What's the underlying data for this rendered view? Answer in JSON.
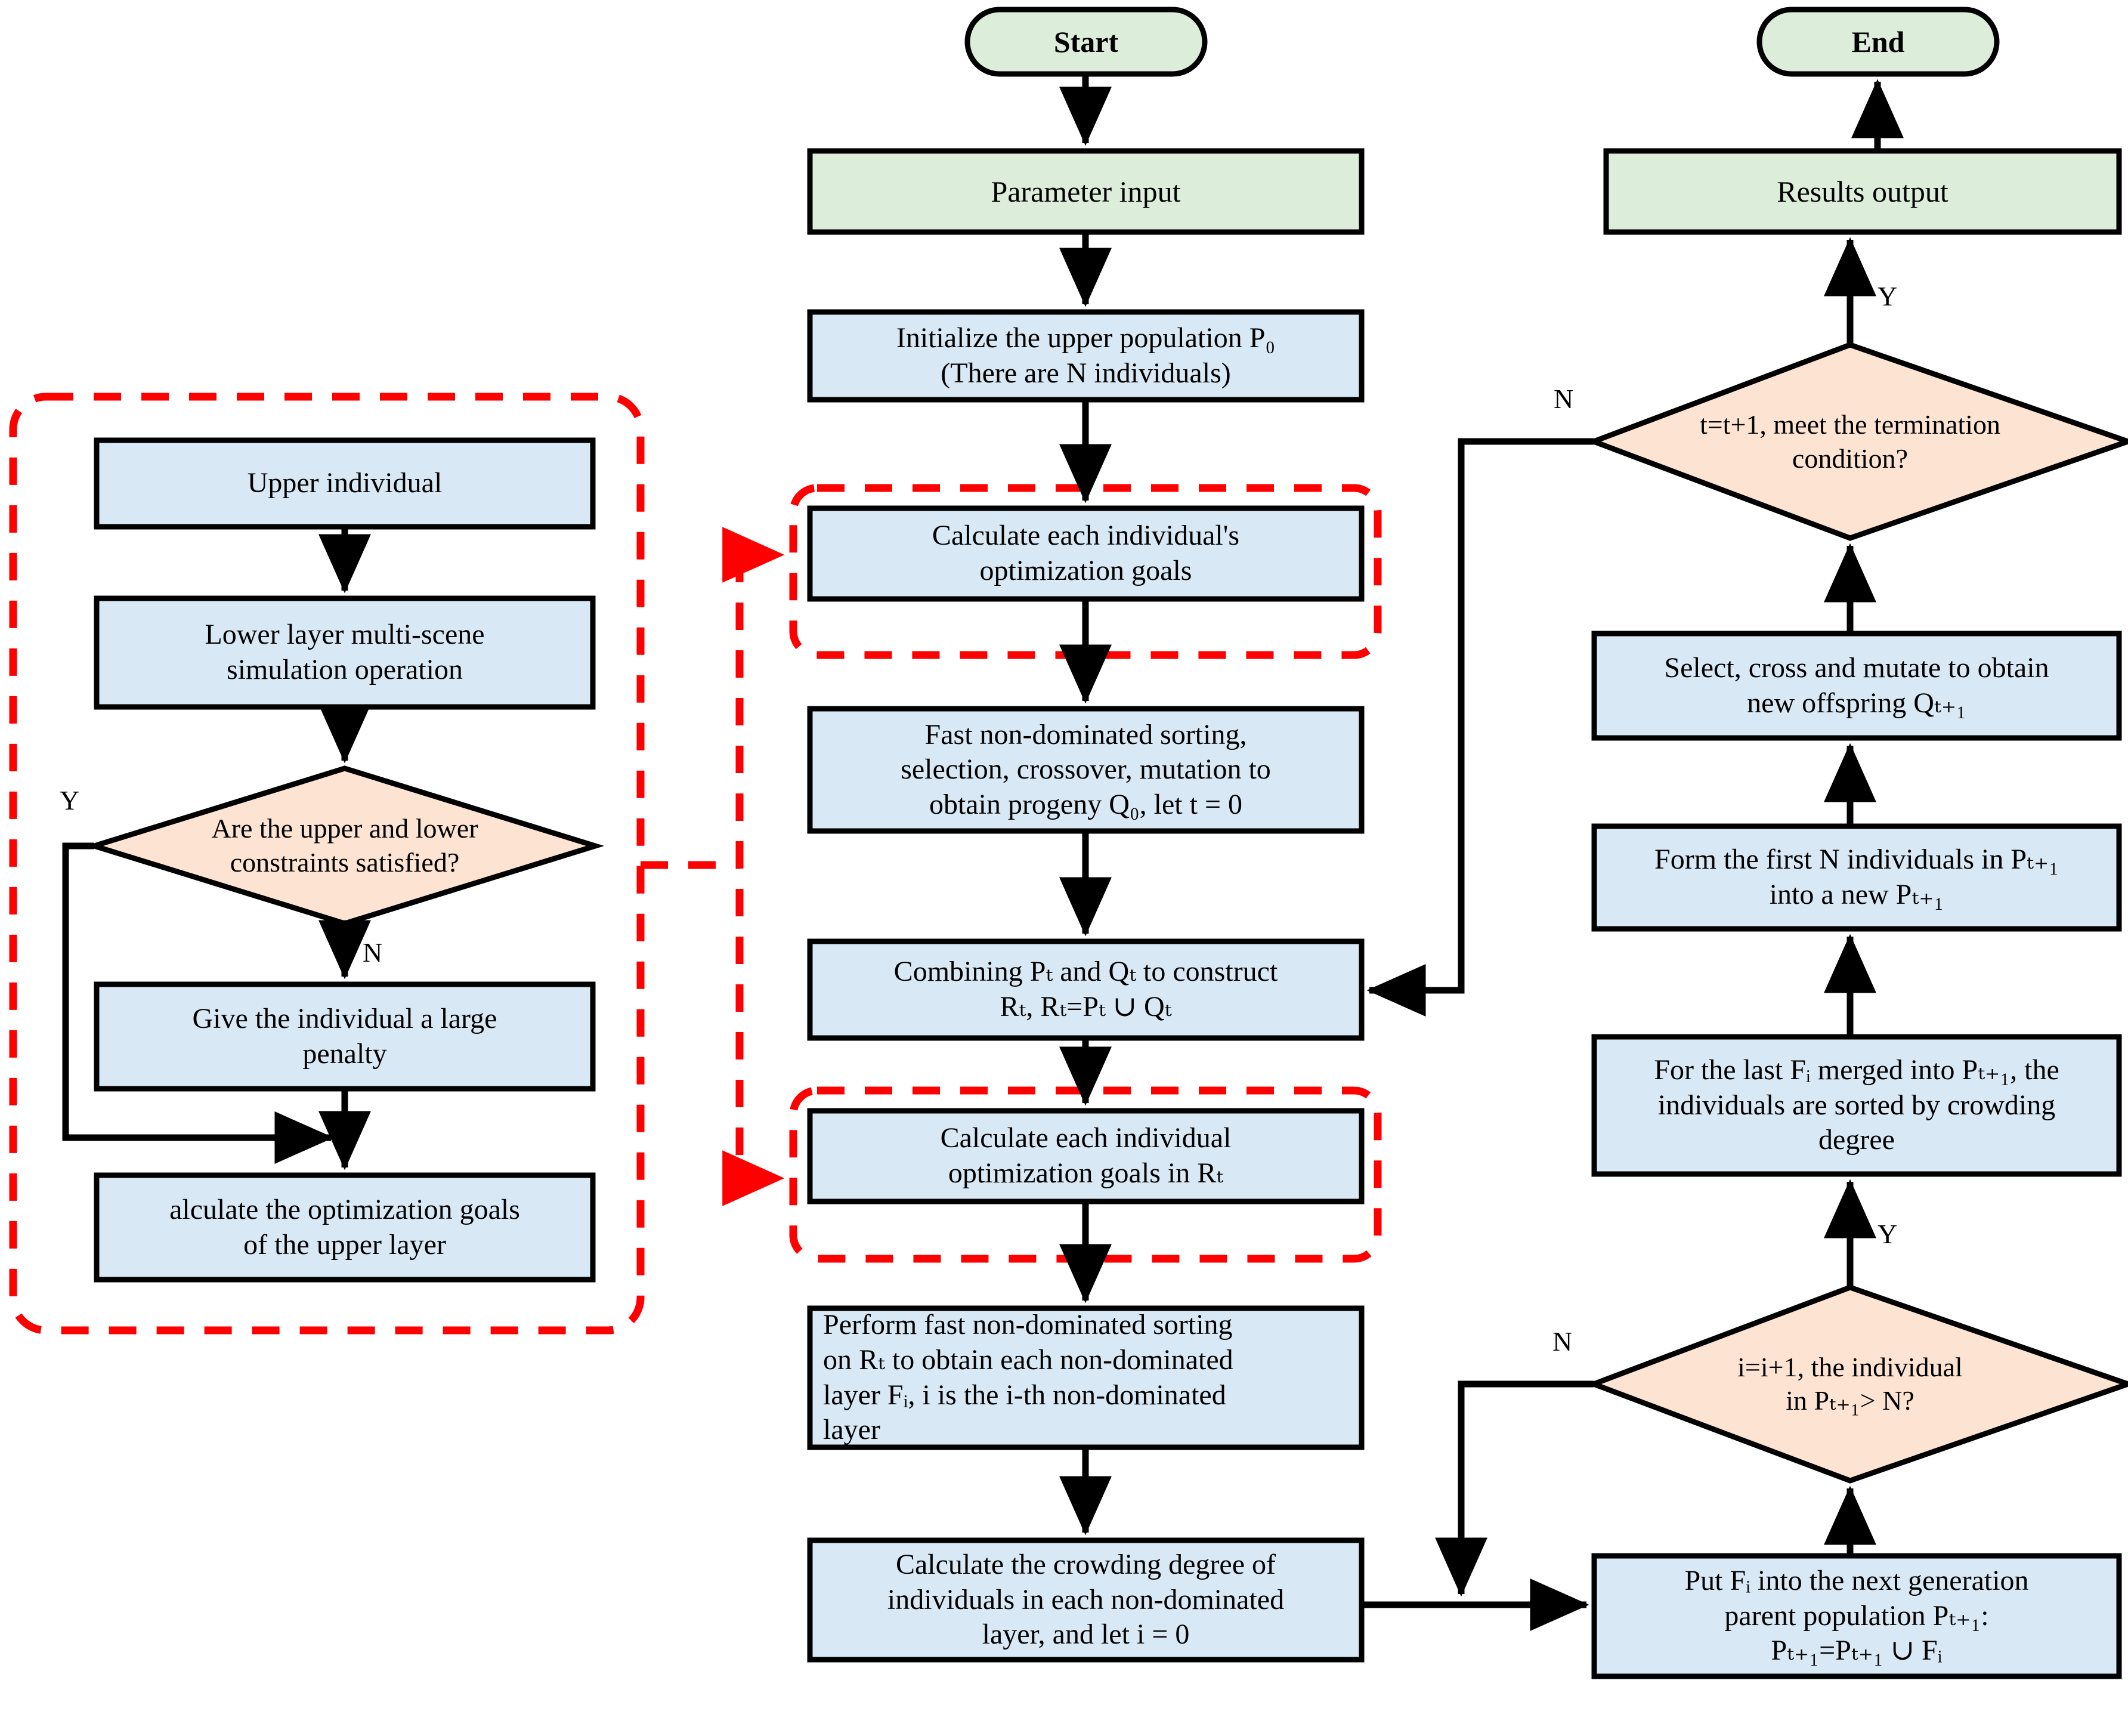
{
  "diagram": {
    "title": "Bi-level NSGA-II optimization flowchart",
    "colors": {
      "terminal_fill": "#dcedda",
      "process_fill": "#d9e8f5",
      "decision_fill": "#fde3d1",
      "stroke": "#000000",
      "dashed_group": "#ff0000"
    }
  },
  "nodes": {
    "start": {
      "label": "Start",
      "shape": "terminator"
    },
    "parameter_input": {
      "label": "Parameter input",
      "shape": "process"
    },
    "initialize_population": {
      "label": "Initialize the upper population P₀\n(There are N individuals)",
      "shape": "process"
    },
    "calc_goals_1": {
      "label": "Calculate each individual's\noptimization goals",
      "shape": "process"
    },
    "fast_sort_1": {
      "label": "Fast non-dominated sorting,\nselection, crossover, mutation to\nobtain progeny Q₀, let t = 0",
      "shape": "process"
    },
    "combine_pq": {
      "label": "Combining Pₜ and Qₜ to construct\nRₜ,  Rₜ=Pₜ ∪ Qₜ",
      "shape": "process"
    },
    "calc_goals_2": {
      "label": "Calculate each individual\noptimization goals in Rₜ",
      "shape": "process"
    },
    "perform_sort_rt": {
      "label": "Perform fast non-dominated sorting\non Rₜ to obtain each non-dominated\nlayer Fᵢ, i is the i-th non-dominated\nlayer",
      "shape": "process"
    },
    "crowding_degree": {
      "label": "Calculate the crowding degree of\nindividuals in each non-dominated\nlayer, and let i = 0",
      "shape": "process"
    },
    "put_fi": {
      "label": "Put Fᵢ into the next generation\nparent population Pₜ₊₁:\nPₜ₊₁=Pₜ₊₁ ∪ Fᵢ",
      "shape": "process"
    },
    "decision_i": {
      "label": "i=i+1, the individual\nin Pₜ₊₁> N?",
      "shape": "decision"
    },
    "sort_crowding": {
      "label": "For the last Fᵢ merged into  Pₜ₊₁, the\nindividuals are sorted by crowding\ndegree",
      "shape": "process"
    },
    "form_first_n": {
      "label": "Form the first N individuals in Pₜ₊₁\ninto a new Pₜ₊₁",
      "shape": "process"
    },
    "select_cross_mutate": {
      "label": "Select, cross and mutate to obtain\nnew offspring Qₜ₊₁",
      "shape": "process"
    },
    "decision_t": {
      "label": "t=t+1, meet the termination\ncondition?",
      "shape": "decision"
    },
    "results_output": {
      "label": "Results output",
      "shape": "process"
    },
    "end": {
      "label": "End",
      "shape": "terminator"
    },
    "upper_individual": {
      "label": "Upper individual",
      "shape": "process"
    },
    "lower_layer_sim": {
      "label": "Lower layer multi-scene\nsimulation operation",
      "shape": "process"
    },
    "decision_constraints": {
      "label": "Are the upper and lower\nconstraints satisfied?",
      "shape": "decision"
    },
    "large_penalty": {
      "label": "Give the individual a large\npenalty",
      "shape": "process"
    },
    "calc_upper_goals": {
      "label": "alculate the optimization goals\nof the upper layer",
      "shape": "process"
    }
  },
  "edge_labels": {
    "constraints_yes": "Y",
    "constraints_no": "N",
    "decision_i_yes": "Y",
    "decision_i_no": "N",
    "decision_t_yes": "Y",
    "decision_t_no": "N"
  }
}
